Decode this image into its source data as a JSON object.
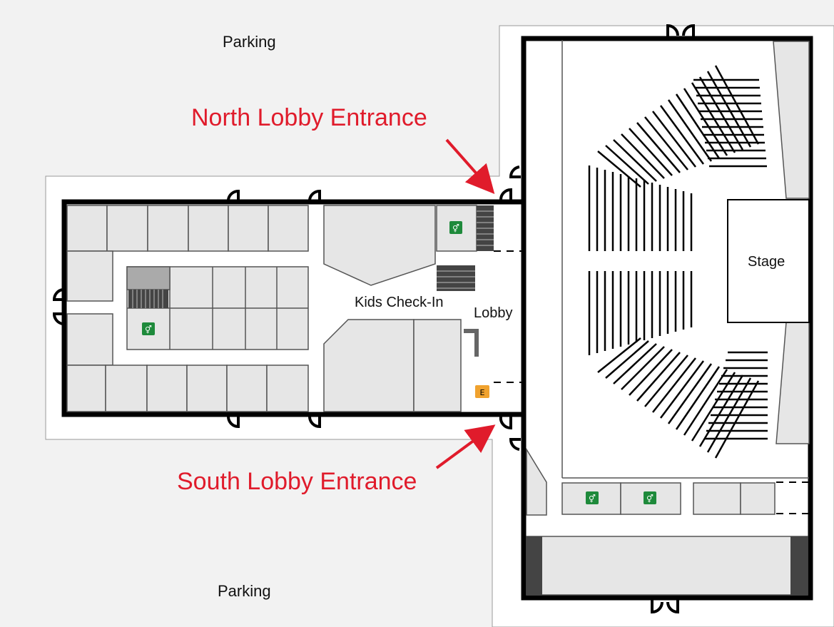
{
  "map": {
    "labels": {
      "parking_north": "Parking",
      "parking_south": "Parking",
      "north_entrance": "North Lobby Entrance",
      "south_entrance": "South Lobby Entrance",
      "kids_checkin": "Kids Check-In",
      "lobby": "Lobby",
      "stage": "Stage",
      "elevator": "E"
    },
    "colors": {
      "background": "#f2f2f2",
      "site_pad": "#ffffff",
      "wall": "#000000",
      "room_fill": "#e6e6e6",
      "stairs": "#555555",
      "restroom_icon": "#1e8a3b",
      "elevator_icon": "#f0a22e",
      "callout": "#e01b2b"
    },
    "icons": [
      "restroom-icon",
      "elevator-icon",
      "stairs",
      "door-swing",
      "callout-arrow"
    ]
  }
}
